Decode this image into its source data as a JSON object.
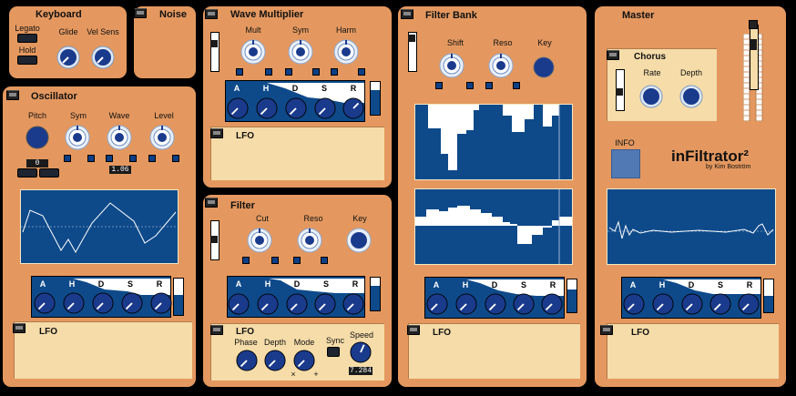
{
  "keyboard": {
    "title": "Keyboard",
    "legato": "Legato",
    "hold": "Hold",
    "glide": "Glide",
    "vel_sens": "Vel Sens"
  },
  "noise": {
    "title": "Noise"
  },
  "oscillator": {
    "title": "Oscillator",
    "pitch": "Pitch",
    "sym": "Sym",
    "wave": "Wave",
    "level": "Level",
    "pitch_value": "0",
    "wave_value": "1.06",
    "lfo": "LFO",
    "adsr": {
      "labels": [
        "A",
        "H",
        "D",
        "S",
        "R"
      ],
      "level": 0.55
    }
  },
  "wave_multiplier": {
    "title": "Wave Multiplier",
    "mult": "Mult",
    "sym": "Sym",
    "harm": "Harm",
    "lfo": "LFO",
    "adsr": {
      "labels": [
        "A",
        "H",
        "D",
        "S",
        "R"
      ],
      "level": 0.75
    }
  },
  "filter": {
    "title": "Filter",
    "cut": "Cut",
    "reso": "Reso",
    "key": "Key",
    "lfo": "LFO",
    "adsr": {
      "labels": [
        "A",
        "H",
        "D",
        "S",
        "R"
      ],
      "level": 0.75
    },
    "lfo_panel": {
      "phase": "Phase",
      "depth": "Depth",
      "mode": "Mode",
      "sync": "Sync",
      "speed": "Speed",
      "speed_value": "7.284",
      "mode_min": "×",
      "mode_max": "+"
    }
  },
  "filter_bank": {
    "title": "Filter Bank",
    "shift": "Shift",
    "reso": "Reso",
    "key": "Key",
    "lfo": "LFO",
    "adsr": {
      "labels": [
        "A",
        "H",
        "D",
        "S",
        "R"
      ],
      "level": 0.7
    }
  },
  "master": {
    "title": "Master",
    "chorus": "Chorus",
    "rate": "Rate",
    "depth": "Depth",
    "info": "INFO",
    "lfo": "LFO",
    "logo": "inFiltrator²",
    "byline": "by Kim Boström",
    "adsr": {
      "labels": [
        "A",
        "H",
        "D",
        "S",
        "R"
      ],
      "level": 0.5
    },
    "volume_level": 0.75
  },
  "colors": {
    "panel": "#e4985f",
    "screen": "#0e4a8a",
    "subpanel": "#f5dca9",
    "knob": "#1a3a8c"
  }
}
